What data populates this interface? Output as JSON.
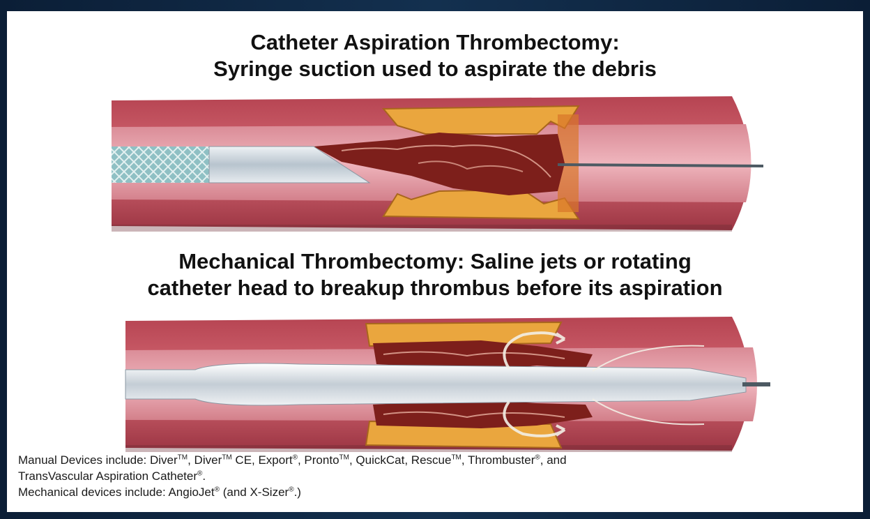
{
  "slide": {
    "title1": {
      "line1": "Catheter Aspiration Thrombectomy:",
      "line2": "Syringe suction used to aspirate the debris"
    },
    "title2": {
      "line1": "Mechanical Thrombectomy: Saline jets or rotating",
      "line2": "catheter head to breakup thrombus before its aspiration"
    },
    "notes": {
      "manual": {
        "intro": "Manual Devices include: Diver",
        "d2": ", Diver",
        "d2b": " CE, Export",
        "d3": ", Pronto",
        "d4": ", QuickCat, Rescue",
        "d5": ", Thrombuster",
        "d6": ", and",
        "line2": "TransVascular Aspiration Catheter",
        "end": "."
      },
      "mechanical": {
        "intro": "Mechanical devices include: AngioJet",
        "mid": " (and X-Sizer",
        "end": ".)"
      },
      "tm": "TM",
      "reg": "®"
    }
  },
  "colors": {
    "vessel": "#c5545f",
    "lumen": "#e9a8b1",
    "plaque": "#e9a33f",
    "thrombus": "#7a1c1a",
    "catheter": "#cfd8e0"
  }
}
